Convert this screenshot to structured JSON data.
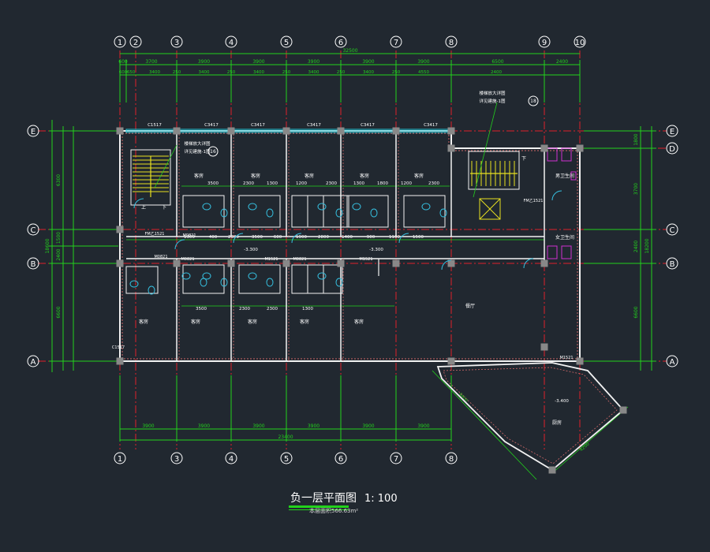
{
  "drawing": {
    "title": "负一层平面图",
    "scale": "1: 100",
    "area_note": "本层面积566.63m²"
  },
  "axes": {
    "top": [
      "1",
      "2",
      "3",
      "4",
      "5",
      "6",
      "7",
      "8",
      "9",
      "10"
    ],
    "bottom": [
      "1",
      "3",
      "4",
      "5",
      "6",
      "7",
      "8"
    ],
    "left": [
      "E",
      "C",
      "B",
      "A"
    ],
    "right": [
      "E",
      "D",
      "C",
      "B",
      "A"
    ]
  },
  "dimensions": {
    "top_total": "32500",
    "top_row1": [
      "600",
      "3700",
      "3900",
      "3900",
      "3900",
      "3900",
      "3900",
      "6500",
      "2400"
    ],
    "top_row2": [
      "600",
      "650",
      "3400",
      "250",
      "3400",
      "250",
      "3400",
      "250",
      "3400",
      "250",
      "3400",
      "250",
      "4550",
      "2400"
    ],
    "bottom_row": [
      "3900",
      "3900",
      "3900",
      "3900",
      "3900",
      "3900"
    ],
    "bottom_total": "23400",
    "left_total": "18600",
    "left_row": [
      "6300",
      "1500",
      "2400",
      "6600"
    ],
    "right_total": "18200",
    "right_row": [
      "1800",
      "3700",
      "2400",
      "6600"
    ],
    "interior": [
      "3500",
      "2300",
      "1300",
      "1200",
      "2300",
      "1300",
      "1800",
      "1200",
      "2300",
      "1300",
      "400",
      "2300",
      "3500",
      "600",
      "1900",
      "2800",
      "1400",
      "900",
      "1100",
      "1500"
    ]
  },
  "window_labels": [
    "C1517",
    "C3417",
    "C3417",
    "C3417",
    "C3417",
    "C3417"
  ],
  "door_labels": [
    "FM乙1521",
    "M0821",
    "M0821",
    "M0821",
    "M1521",
    "M0821",
    "M1521",
    "M1521",
    "FM乙1521",
    "C1517"
  ],
  "room_labels": [
    "客房",
    "客房",
    "客房",
    "客房",
    "客房",
    "客房",
    "客房",
    "客房",
    "客房",
    "客房",
    "餐厅",
    "厨房",
    "男卫生间",
    "女卫生间"
  ],
  "callouts": [
    {
      "text": "楼梯放大详图",
      "sub": "详见建施-1图",
      "num": "16"
    },
    {
      "text": "楼梯放大详图",
      "sub": "详见建施-1图",
      "num": "18"
    }
  ],
  "levels": [
    "-3.300",
    "-3.300",
    "-3.400"
  ],
  "stair_marks": [
    "上",
    "下",
    "下"
  ],
  "colors": {
    "background": "#212830",
    "grid": "#e0202a",
    "dimension": "#22d21c",
    "wall": "#f2f2f2",
    "window": "#22c8d8",
    "hatch": "#d06868",
    "stair": "#e8e020",
    "fixture": "#36c0e0",
    "magenta": "#d030d0",
    "text": "#ffffff"
  }
}
